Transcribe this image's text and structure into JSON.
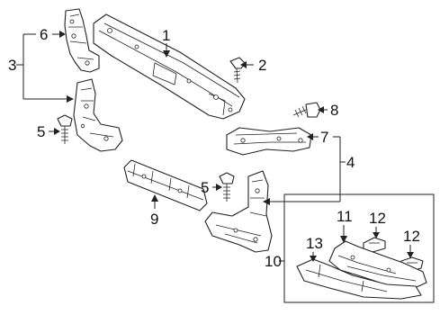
{
  "callouts": {
    "c1": "1",
    "c2": "2",
    "c3": "3",
    "c4": "4",
    "c5a": "5",
    "c5b": "5",
    "c6": "6",
    "c7": "7",
    "c8": "8",
    "c9": "9",
    "c10": "10",
    "c11": "11",
    "c12a": "12",
    "c12b": "12",
    "c13": "13"
  }
}
